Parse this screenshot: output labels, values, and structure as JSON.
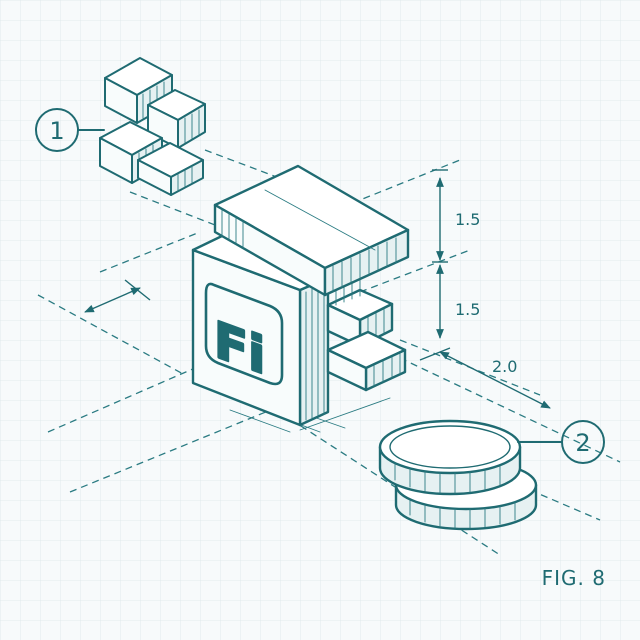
{
  "callouts": [
    {
      "number": "1"
    },
    {
      "number": "2"
    }
  ],
  "dimensions": {
    "height_upper": "1.5",
    "height_lower": "1.5",
    "depth": "2.0"
  },
  "logo": {
    "text": "Fi"
  },
  "figure_label": "FIG. 8",
  "colors": {
    "ink": "#1f6b72",
    "grid": "#dde7ea",
    "background": "#f7fafb"
  }
}
